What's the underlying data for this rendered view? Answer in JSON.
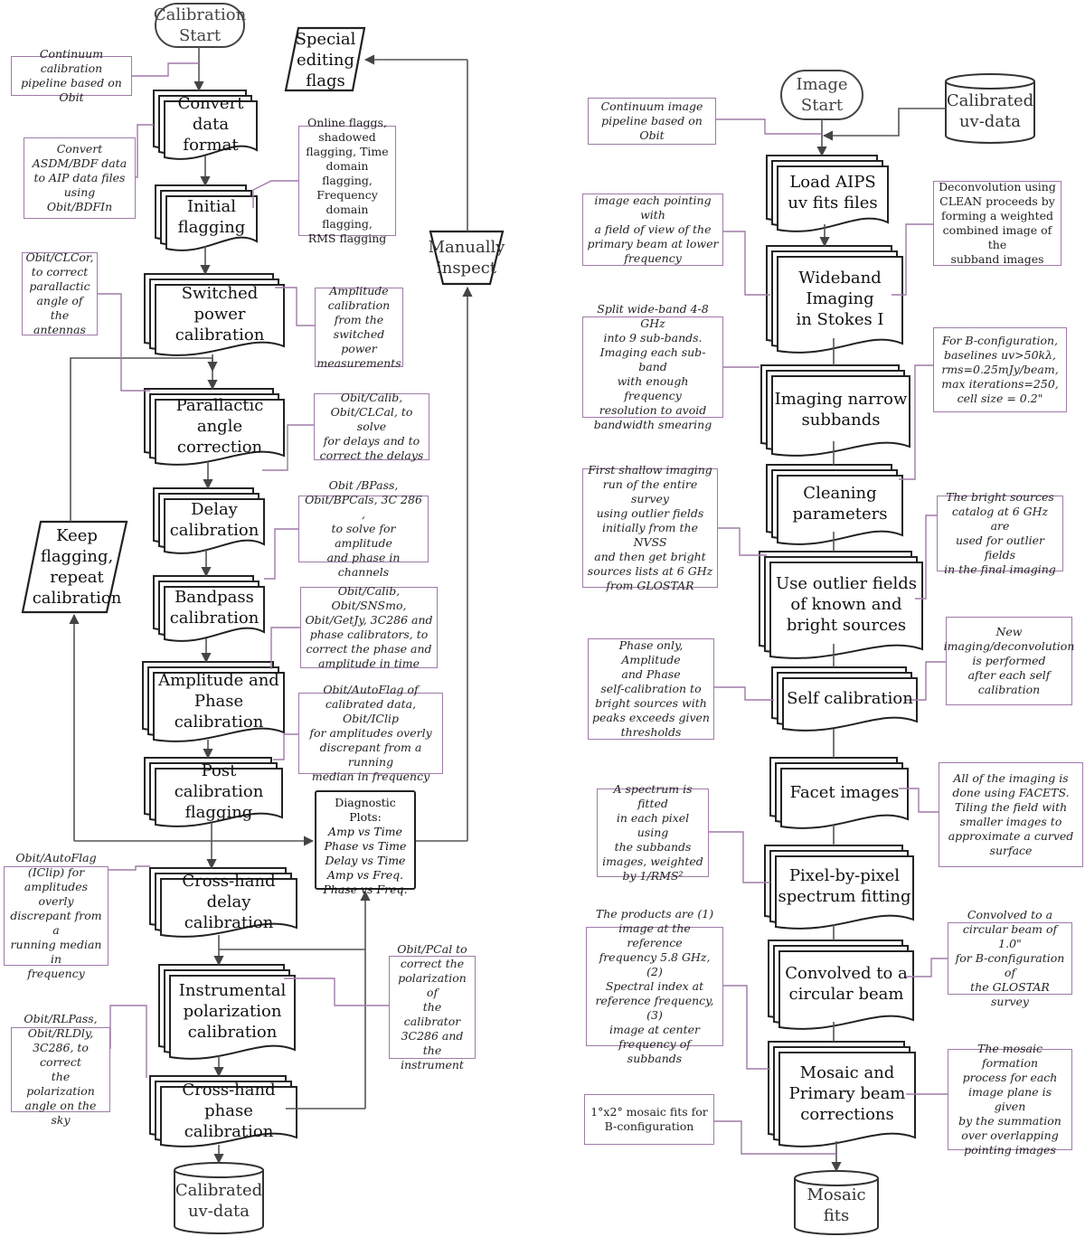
{
  "left": {
    "start": "Calibration\nStart",
    "special_flags": "Special\nediting\nflags",
    "manual_inspect": "Manually\ninspect",
    "keep_flagging": "Keep\nflagging,\nrepeat\ncalibration",
    "steps": {
      "convert": "Convert\ndata format",
      "initial": "Initial\nflagging",
      "switched": "Switched power\ncalibration",
      "parallactic": "Parallactic\nangle correction",
      "delay": "Delay\ncalibration",
      "bandpass": "Bandpass\ncalibration",
      "ampphase": "Amplitude and\nPhase calibration",
      "postcal": "Post calibration\nflagging",
      "crossdelay": "Cross-hand delay\ncalibration",
      "instpol": "Instrumental\npolarization\ncalibration",
      "crossphase": "Cross-hand phase\ncalibration"
    },
    "end": "Calibrated\nuv-data",
    "notes": {
      "pipeline": "Continuum calibration\npipeline based on Obit",
      "convert": "Convert\nASDM/BDF data\nto AIP data  files\nusing\nObit/BDFIn",
      "initial": "Online flaggs,\nshadowed\nflagging, Time\ndomain flagging,\nFrequency\ndomain flagging,\nRMS flagging",
      "clcor": "Obit/CLCor,\nto correct\nparallactic\nangle of the\nantennas",
      "switched": "Amplitude\ncalibration\nfrom  the\nswitched power\nmeasurements",
      "delay": "Obit/Calib,\nObit/CLCal, to solve\nfor delays and to\ncorrect  the delays",
      "bandpass": "Obit /BPass,\nObit/BPCals, 3C 286 ,\nto solve for  amplitude\nand phase in channels",
      "ampphase": "Obit/Calib, Obit/SNSmo,\nObit/GetJy, 3C286 and\nphase calibrators, to\ncorrect the phase and\namplitude in time",
      "postcal": "Obit/AutoFlag of\ncalibrated data, Obit/IClip\nfor amplitudes overly\ndiscrepant from a running\nmedian in frequency",
      "crossdelay": "Obit/AutoFlag\n(IClip) for\namplitudes overly\ndiscrepant from a\nrunning median in\nfrequency",
      "pcal": "Obit/PCal to\ncorrect the\npolarization of\nthe calibrator\n3C286 and the\ninstrument",
      "rlpass": "Obit/RLPass,\nObit/RLDly,\n3C286,  to correct\nthe polarization\nangle on the sky"
    },
    "diagnostic": {
      "title": "Diagnostic Plots:",
      "lines": [
        "Amp vs Time",
        "Phase vs Time",
        "Delay vs Time",
        "Amp vs Freq.",
        "Phase vs Freq."
      ]
    }
  },
  "right": {
    "start": "Image\nStart",
    "input": "Calibrated\nuv-data",
    "steps": {
      "load": "Load AIPS\nuv fits files",
      "wideband": "Wideband\nImaging\nin Stokes I",
      "narrow": "Imaging narrow\nsubbands",
      "cleaning": "Cleaning\nparameters",
      "outlier": "Use outlier fields\nof known and\nbright sources",
      "selfcal": "Self calibration",
      "facet": "Facet images",
      "pixel": "Pixel-by-pixel\nspectrum fitting",
      "convolved": "Convolved to a\ncircular beam",
      "mosaic": "Mosaic and\nPrimary beam\ncorrections"
    },
    "end": "Mosaic\nfits",
    "notes": {
      "pipeline": "Continuum image\npipeline based on Obit",
      "pointing": "image each pointing with\na field of view of  the\nprimary beam at lower\nfrequency",
      "deconv": "Deconvolution using\nCLEAN proceeds by\nforming a weighted\ncombined image of the\nsubband images",
      "split": "Split wide-band 4-8 GHz\ninto 9 sub-bands.\nImaging each sub-band\nwith enough frequency\nresolution to avoid\nbandwidth smearing",
      "bconfig": "For B-configuration,\nbaselines uv>50kλ,\nrms=0.25mJy/beam,\nmax iterations=250,\ncell size = 0.2\"",
      "shallow": "First shallow imaging\nrun of the entire survey\nusing outlier fields\ninitially from the NVSS\nand then get bright\nsources lists at 6 GHz\nfrom  GLOSTAR",
      "bright": "The bright sources\ncatalog at 6 GHz are\nused for outlier fields\nin the final imaging",
      "phase": "Phase only, Amplitude\nand Phase\nself-calibration to\nbright sources with\npeaks exceeds  given\nthresholds",
      "newimg": "New\nimaging/deconvolution\nis performed\nafter each self\ncalibration",
      "facets": "All of the imaging is\ndone using FACETS.\nTiling the field with\nsmaller images to\napproximate a curved\nsurface",
      "spectrum": "A spectrum is fitted\nin each pixel using\nthe subbands\nimages, weighted\nby 1/RMS²",
      "beam": "Convolved to a\ncircular beam of 1.0\"\nfor B-configuration of\nthe GLOSTAR survey",
      "products": "The products are (1)\nimage at the reference\nfrequency 5.8 GHz, (2)\nSpectral index at\nreference frequency, (3)\nimage at center\nfrequency of subbands",
      "mosaicnote": "The mosaic formation\nprocess for each\nimage plane is given\nby the summation\nover overlapping\npointing images",
      "mosaicfits": "1°x2° mosaic fits for\nB-configuration"
    }
  }
}
